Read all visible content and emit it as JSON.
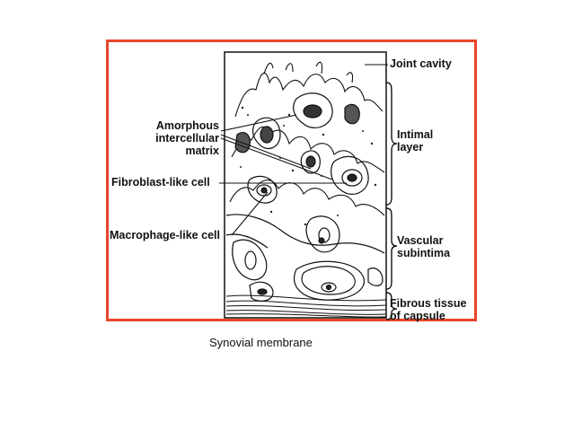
{
  "labels": {
    "joint_cavity": "Joint cavity",
    "amorphous_line1": "Amorphous",
    "amorphous_line2": "intercellular",
    "amorphous_line3": "matrix",
    "intimal_line1": "Intimal",
    "intimal_line2": "layer",
    "fibroblast": "Fibroblast-like cell",
    "macrophage": "Macrophage-like cell",
    "vascular_line1": "Vascular",
    "vascular_line2": "subintima",
    "fibrous_line1": "Fibrous tissue",
    "fibrous_line2": "of capsule"
  },
  "caption": "Synovial membrane",
  "colors": {
    "frame_border": "#e8462a",
    "ink": "#111111",
    "background": "#ffffff"
  }
}
